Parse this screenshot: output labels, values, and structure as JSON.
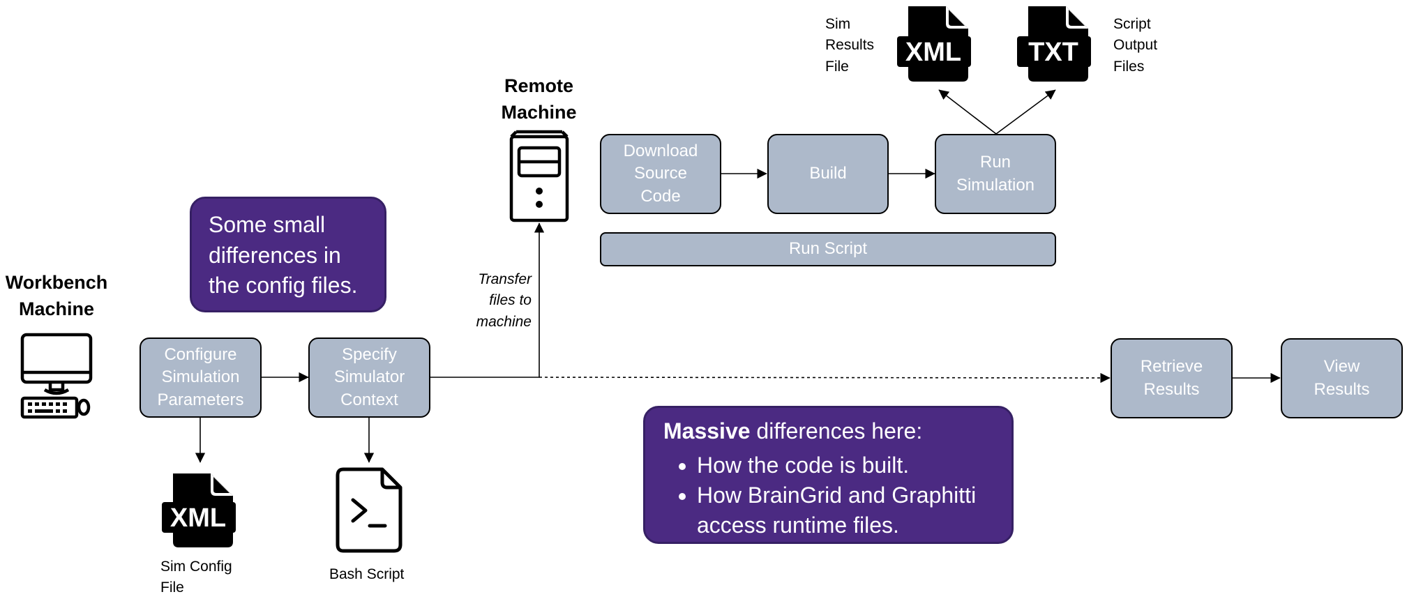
{
  "headings": {
    "workbench": "Workbench Machine",
    "remote": "Remote Machine"
  },
  "boxes": {
    "configure": "Configure Simulation Parameters",
    "specify": "Specify Simulator Context",
    "download": "Download Source Code",
    "build": "Build",
    "run_sim": "Run Simulation",
    "run_script": "Run Script",
    "retrieve": "Retrieve Results",
    "view": "View Results"
  },
  "labels": {
    "transfer": "Transfer files to machine",
    "sim_config": "Sim Config File",
    "bash_script": "Bash Script",
    "sim_results": "Sim Results File",
    "script_output": "Script Output Files"
  },
  "icons": {
    "xml_text": "XML",
    "txt_text": "TXT"
  },
  "callouts": {
    "small": "Some small differences in the config files.",
    "massive_bold": "Massive",
    "massive_rest": " differences here:",
    "bullets": [
      "How the code is built.",
      "How BrainGrid and Graphitti access runtime files."
    ]
  }
}
